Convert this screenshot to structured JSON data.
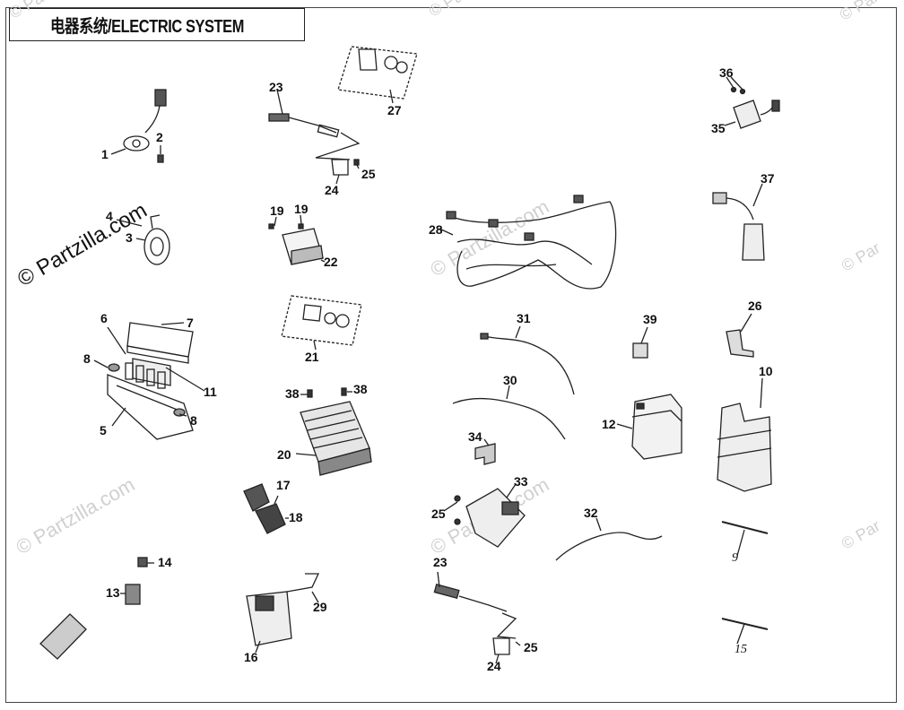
{
  "title": "电器系统/ELECTRIC SYSTEM",
  "watermark": {
    "main": "© Partzilla.com",
    "faint": "© Partzilla.com",
    "corner": "© Par"
  },
  "callouts": [
    "1",
    "2",
    "3",
    "4",
    "5",
    "6",
    "7",
    "8",
    "8",
    "9",
    "10",
    "11",
    "12",
    "13",
    "14",
    "15",
    "16",
    "17",
    "18",
    "19",
    "19",
    "20",
    "21",
    "22",
    "23",
    "23",
    "24",
    "24",
    "25",
    "25",
    "25",
    "26",
    "27",
    "28",
    "29",
    "30",
    "31",
    "32",
    "33",
    "34",
    "35",
    "36",
    "37",
    "38",
    "38",
    "39"
  ],
  "colors": {
    "line": "#222222",
    "watermark_main": "#111111",
    "watermark_faint": "#d0d0d0"
  }
}
